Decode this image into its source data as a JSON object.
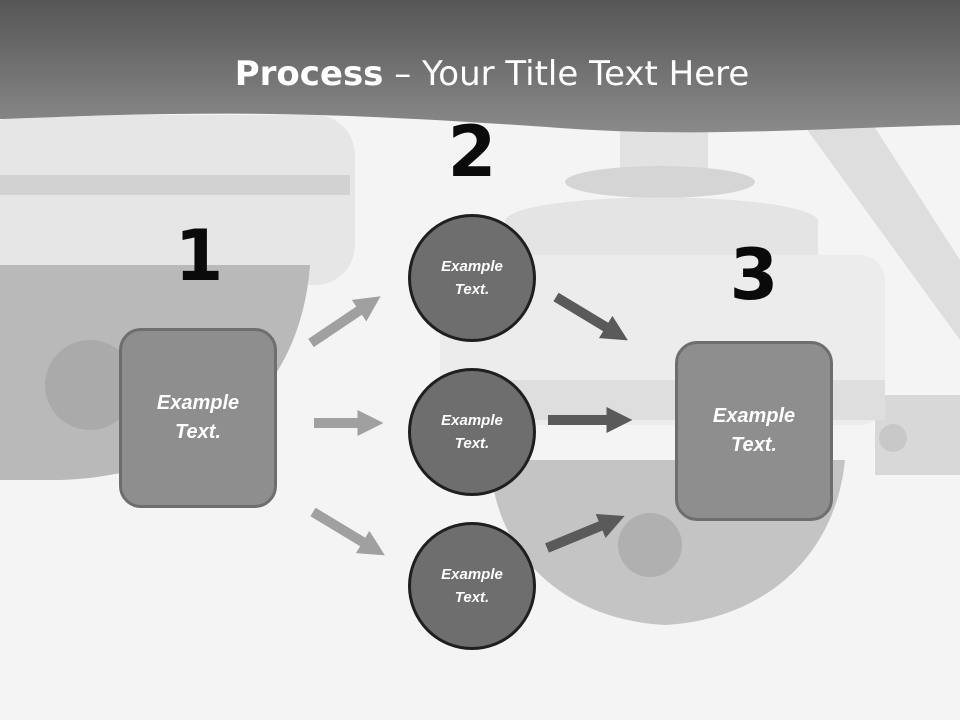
{
  "title": {
    "bold": "Process",
    "rest": " – Your Title Text Here"
  },
  "steps": [
    {
      "number": "1",
      "text": "Example\nText."
    },
    {
      "number": "2",
      "items": [
        "Example\nText.",
        "Example\nText.",
        "Example\nText."
      ]
    },
    {
      "number": "3",
      "text": "Example\nText."
    }
  ],
  "colors": {
    "header": "#5e5e5e",
    "box": "#8e8e8e",
    "circle": "#6e6e6e",
    "arrow_light": "#a0a0a0",
    "arrow_dark": "#5a5a5a"
  }
}
